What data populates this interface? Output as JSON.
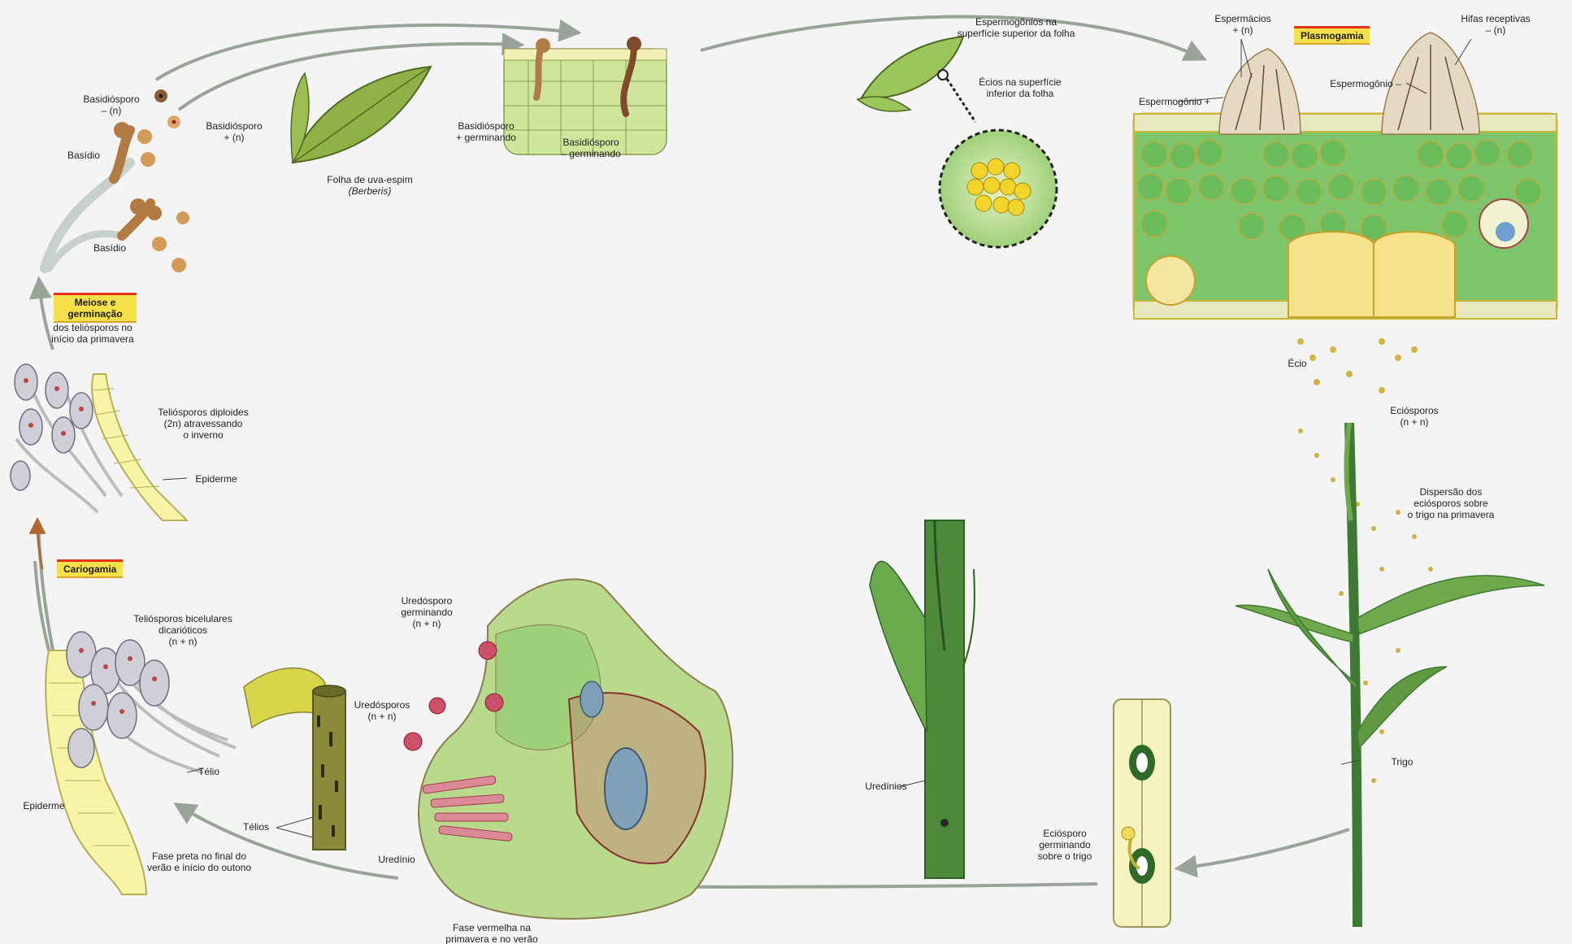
{
  "stages": {
    "meiose": "Meiose e\ngerminação",
    "cariogamia": "Cariogamia",
    "plasmogamia": "Plasmogamia"
  },
  "labels": {
    "basidiosporo_minus": "Basidiósporo\n– (n)",
    "basidiosporo_plus": "Basidiósporo\n+ (n)",
    "basidio_top": "Basídio",
    "basidio_bottom": "Basídio",
    "folha_uva": "Folha de uva-espim",
    "berberis": "(Berberis)",
    "basid_plus_germ": "Basidiósporo\n+ germinando",
    "basid_minus_germ": "Basidiósporo\n– germinando",
    "espermogonios": "Espermogônios na\nsuperfície superior da folha",
    "ecios_sup": "Écios na superfície\ninferior da folha",
    "espermacios": "Espermácios\n+ (n)",
    "hifas": "Hifas receptivas\n– (n)",
    "espermogonio_minus": "Espermogônio –",
    "espermogonio_plus": "Espermogônio +",
    "ecio": "Écio",
    "eciosporos": "Eciósporos\n(n + n)",
    "dispersao": "Dispersão dos\neciósporos sobre\no trigo na primavera",
    "trigo": "Trigo",
    "eciosporo_germ": "Eciósporo\ngerminando\nsobre o trigo",
    "uredinios": "Uredínios",
    "uredosporo_germ": "Uredósporo\ngerminando\n(n + n)",
    "uredosporos": "Uredósporos\n(n + n)",
    "uredinio": "Uredínio",
    "fase_vermelha": "Fase vermelha na\nprimavera e no verão",
    "telios": "Télios",
    "teliosporos_bicel": "Teliósporos bicelulares\ndicarióticos\n(n + n)",
    "telio": "Télio",
    "epiderme_bottom": "Epiderme",
    "fase_preta": "Fase preta no final do\nverão e início do outono",
    "teliosporos_dipl": "Teliósporos diploides\n(2n) atravessando\no inverno",
    "epiderme_top": "Epiderme",
    "dos_teliosporos": "dos teliósporos no\ninício da primavera"
  }
}
